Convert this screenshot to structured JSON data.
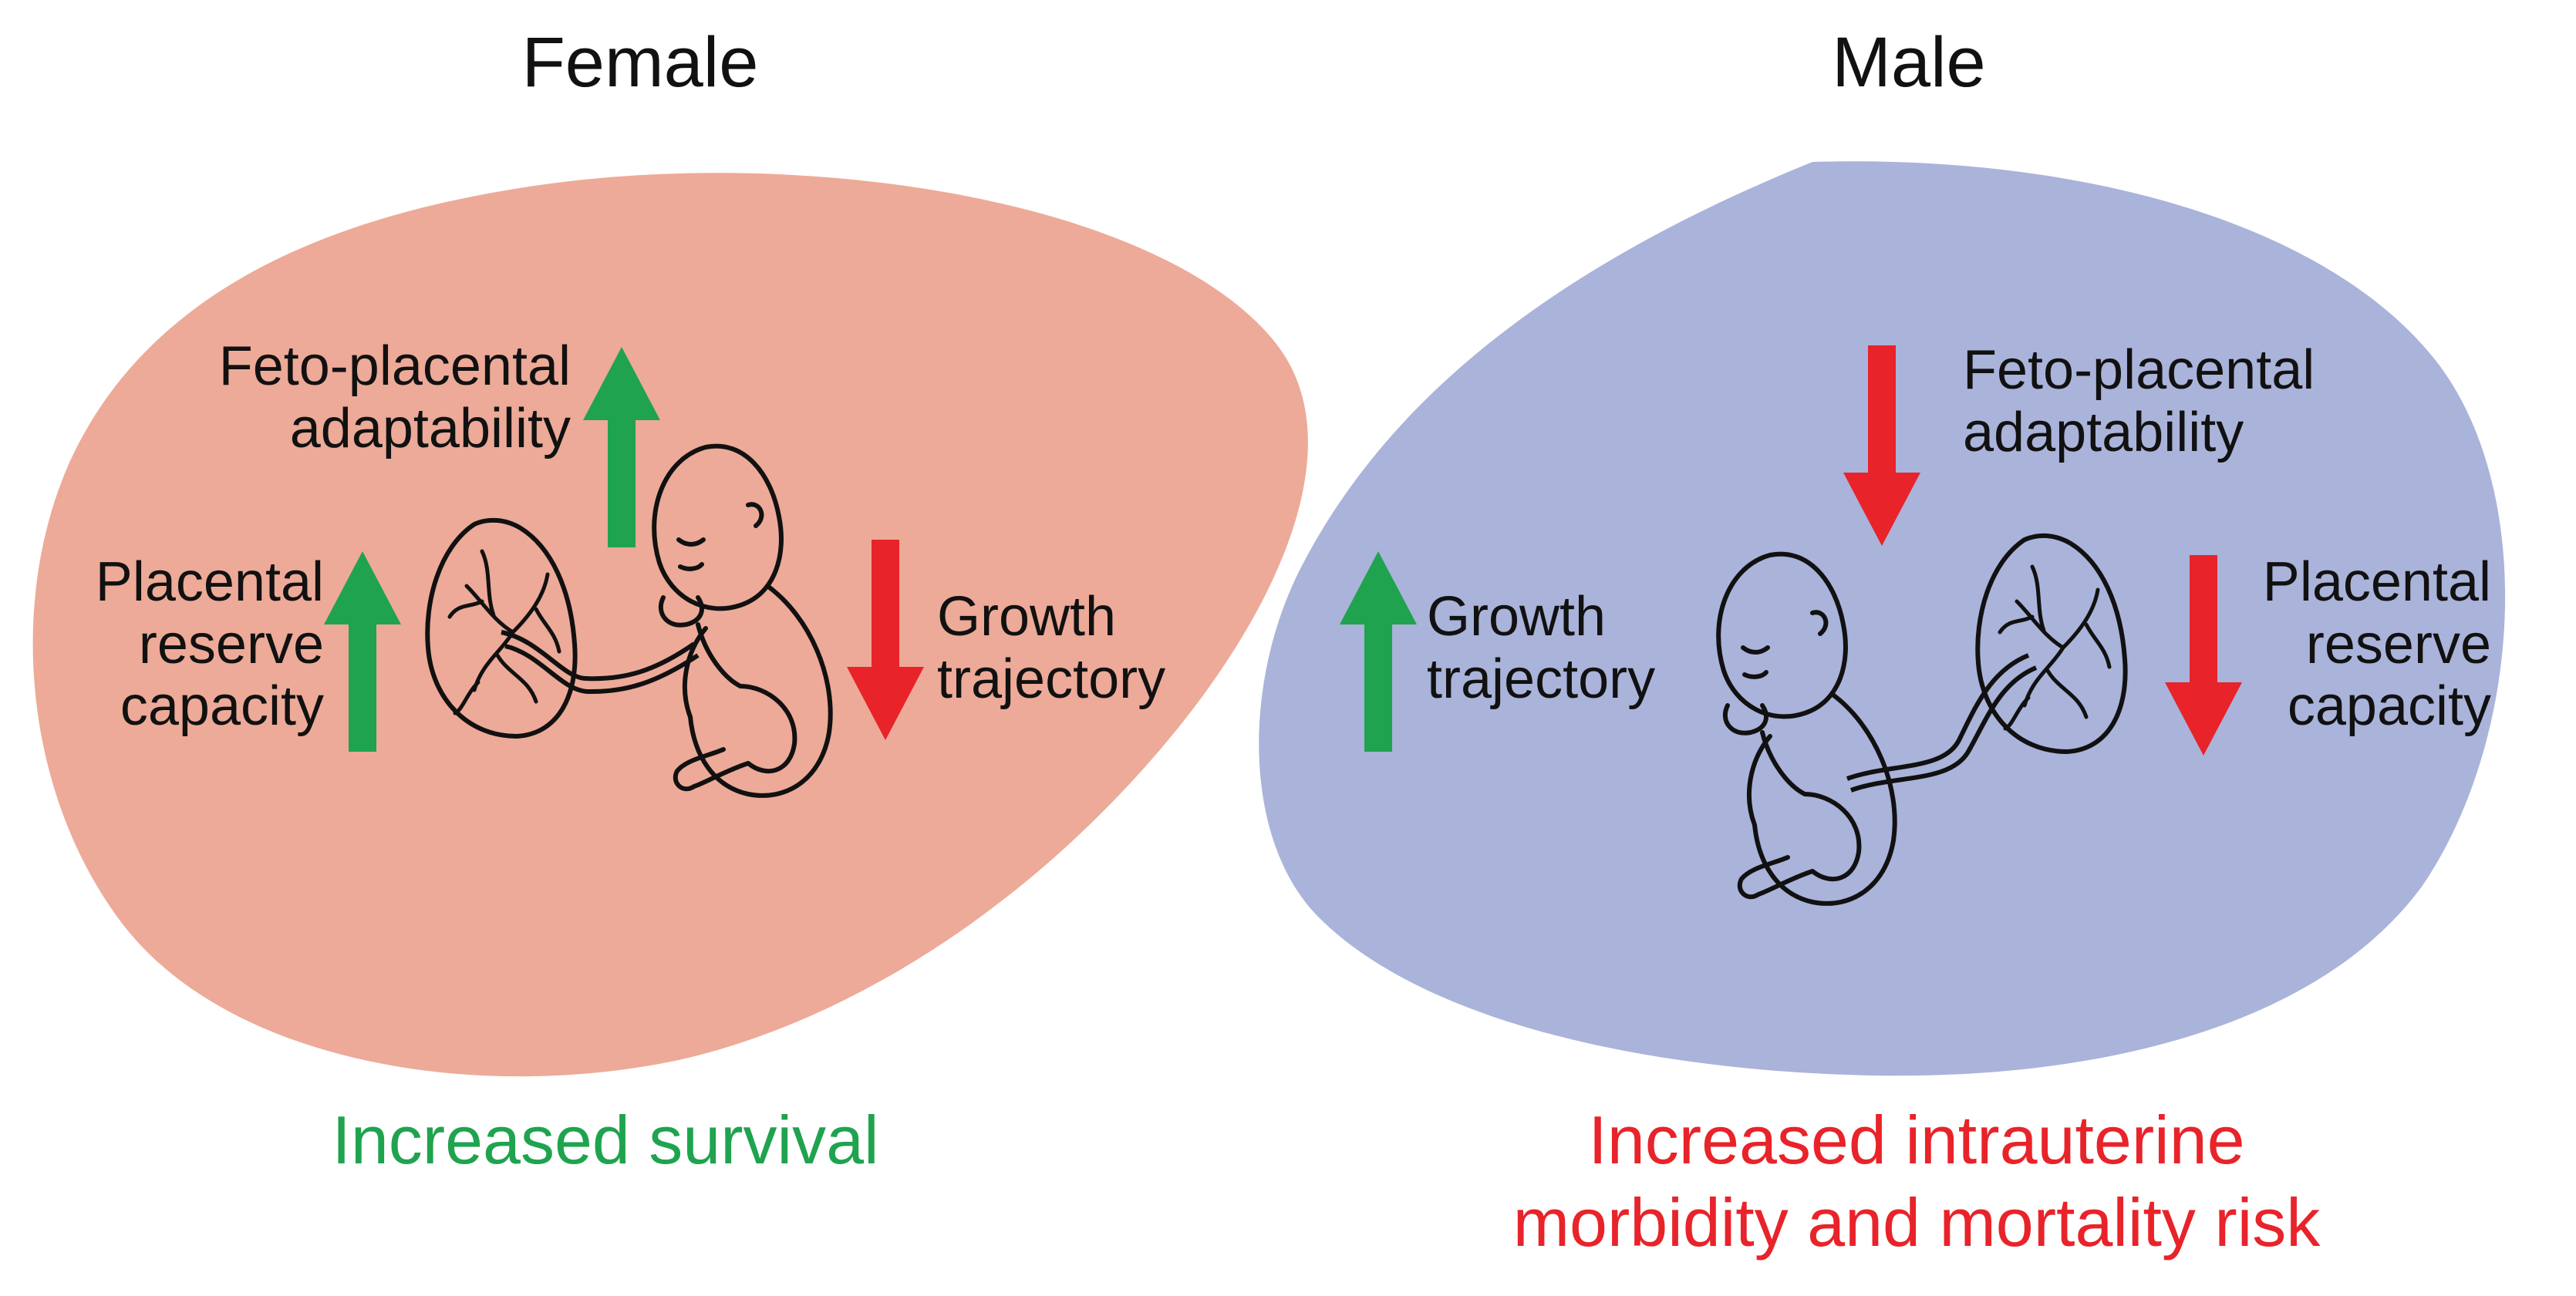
{
  "female": {
    "title": "Female",
    "adaptability": [
      "Feto-placental",
      "adaptability"
    ],
    "reserve": [
      "Placental",
      "reserve",
      "capacity"
    ],
    "growth": [
      "Growth",
      "trajectory"
    ],
    "outcome": [
      "Increased survival"
    ]
  },
  "male": {
    "title": "Male",
    "adaptability": [
      "Feto-placental",
      "adaptability"
    ],
    "reserve": [
      "Placental",
      "reserve",
      "capacity"
    ],
    "growth": [
      "Growth",
      "trajectory"
    ],
    "outcome": [
      "Increased intrauterine",
      "morbidity and mortality risk"
    ]
  },
  "colors": {
    "female_blob": "#EDAA98",
    "male_blob": "#AAB3DA",
    "up_arrow": "#1FA34F",
    "down_arrow": "#E8232A",
    "outcome_positive": "#1FA34F",
    "outcome_negative": "#E8232A",
    "line_art": "#111111"
  },
  "icons": [
    "placenta-icon",
    "fetus-icon",
    "up-arrow-icon",
    "down-arrow-icon"
  ]
}
